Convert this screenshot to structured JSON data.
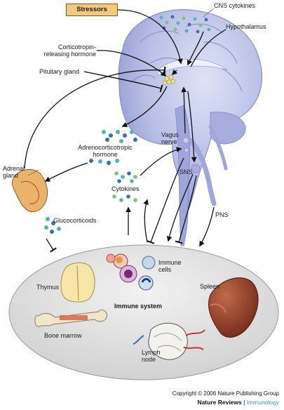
{
  "labels": {
    "stressors": "Stressors",
    "cns_cytokines": "CNS cytokines",
    "hypothalamus": "Hypothalamus",
    "crh_line1": "Corticotropin-",
    "crh_line2": "releasing hormone",
    "pituitary": "Pituitary gland",
    "acth_line1": "Adrenocorticotropic",
    "acth_line2": "hormone",
    "vagus_line1": "Vagus",
    "vagus_line2": "nerve",
    "adrenal_line1": "Adrenal",
    "adrenal_line2": "gland",
    "cytokines": "Cytokines",
    "sns": "SNS",
    "glucocorticoids": "Glucocorticoids",
    "pns": "PNS",
    "immune_cells_line1": "Immune",
    "immune_cells_line2": "cells",
    "thymus": "Thymus",
    "immune_system": "Immune system",
    "spleen": "Spleen",
    "bone_marrow": "Bone marrow",
    "lymph_line1": "Lymph",
    "lymph_line2": "node"
  },
  "footer": {
    "copyright": "Copyright © 2006 Nature Publishing Group",
    "journal": "Nature Reviews",
    "separator": " | ",
    "section": "Immunology"
  },
  "colors": {
    "brain": "#b8bfe6",
    "brain_dark": "#8d96cf",
    "stressors_box": "#f7c97c",
    "adrenal": "#e9b36a",
    "immune_ellipse": "#dedede",
    "spleen": "#8b3a2a",
    "dot_teal": "#4fb3b8",
    "dot_blue": "#3c6fb0",
    "dot_green": "#7ec27a"
  }
}
